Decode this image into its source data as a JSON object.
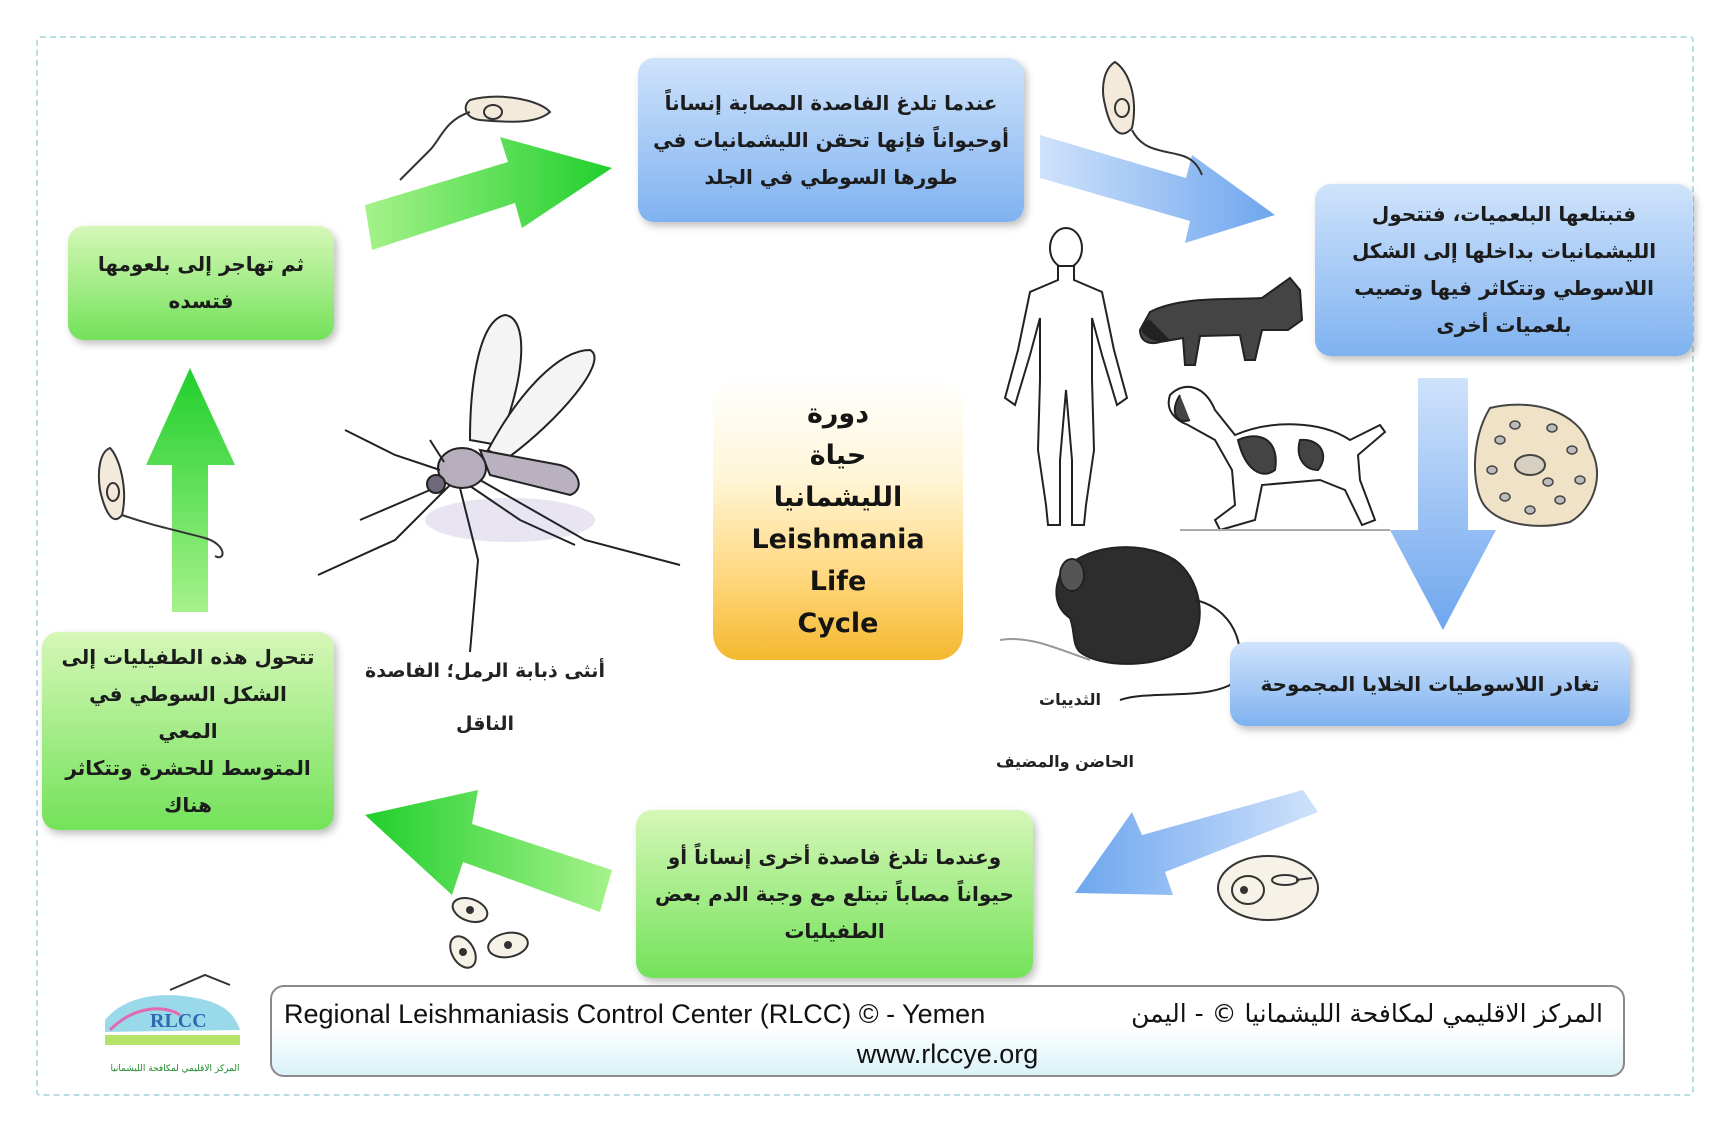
{
  "center": {
    "title": "دورة\nحياة\nالليشمانيا\nLeishmania\nLife\nCycle"
  },
  "steps": {
    "bite_inject": "عندما تلدغ الفاصدة المصابة إنساناً\nأوحيواناً فإنها تحقن الليشمانيات في\nطورها السوطي في الجلد",
    "phagocytosis": "فتبتلعها البلعميات، فتتحول\nالليشمانيات بداخلها إلى الشكل\nاللاسوطي وتتكاثر فيها وتصيب\nبلعميات أخرى",
    "release": "تغادر اللاسوطيات الخلايا المجموحة",
    "ingest": "وعندما تلدغ فاصدة أخرى إنساناً أو\nحيواناً مصاباً تبتلع مع وجبة الدم بعض\nالطفيليات",
    "transform_midgut": "تتحول هذه الطفيليات إلى\nالشكل السوطي في المعي\nالمتوسط للحشرة وتتكاثر\nهناك",
    "migrate": "ثم تهاجر إلى بلعومها\nفتسده"
  },
  "labels": {
    "vector": "أنثى ذبابة الرمل؛ الفاصدة\nالناقل",
    "mammals": "الثدييات",
    "host": "الحاضن والمضيف"
  },
  "footer": {
    "org_en": "Regional Leishmaniasis Control Center (RLCC) © - Yemen",
    "org_ar": "المركز الاقليمي لمكافحة الليشمانيا © - اليمن",
    "url": "www.rlccye.org"
  },
  "logo": {
    "text": "RLCC",
    "caption": "المركز الاقليمي لمكافحة الليشمانيا"
  },
  "colors": {
    "blue_box_top": "#cfe3fb",
    "blue_box_bottom": "#7fb2f0",
    "green_box_top": "#d6f7b8",
    "green_box_bottom": "#73e25a",
    "center_top": "#ffffff",
    "center_bottom": "#f4b82e",
    "blue_arrow": "#7fb0ee",
    "green_arrow": "#3fd63b"
  }
}
